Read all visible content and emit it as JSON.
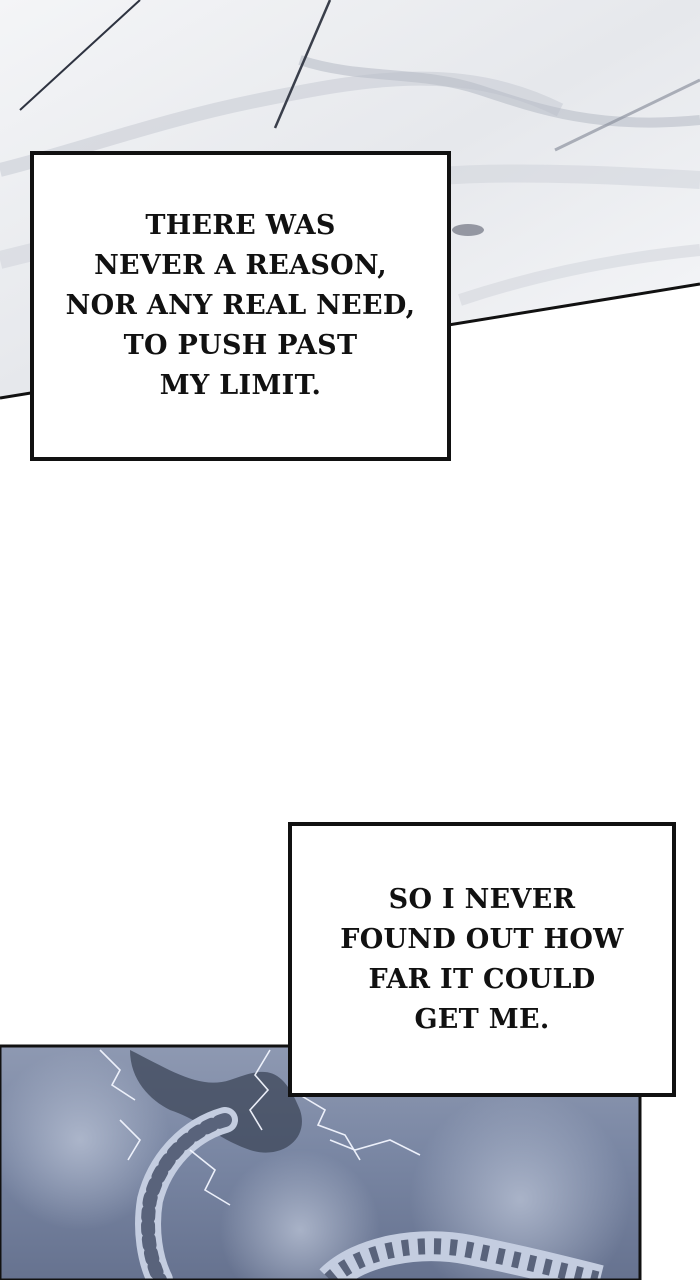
{
  "captions": [
    {
      "lines": [
        "THERE WAS",
        "NEVER A REASON,",
        "NOR ANY REAL NEED,",
        "TO PUSH PAST",
        "MY LIMIT."
      ]
    },
    {
      "lines": [
        "SO I NEVER",
        "FOUND OUT HOW",
        "FAR IT COULD",
        "GET ME."
      ]
    }
  ],
  "colors": {
    "page_background": "#ffffff",
    "snow_panel": "#e9ebef",
    "storm_panel": "#7f8aa6",
    "caption_border": "#111111",
    "caption_text": "#111111"
  }
}
